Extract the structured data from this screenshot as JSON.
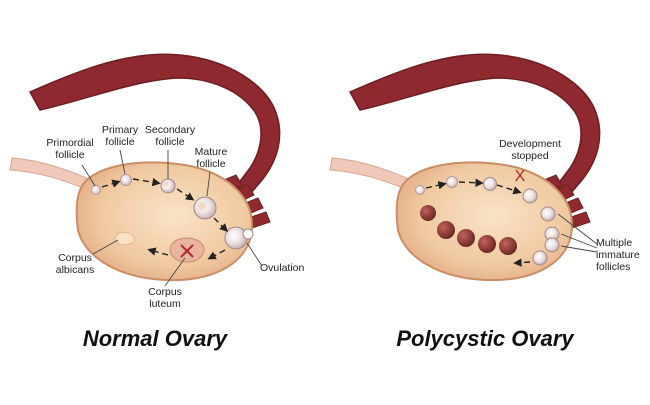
{
  "normal": {
    "title": "Normal Ovary",
    "labels": {
      "primordial_line1": "Primordial",
      "primordial_line2": "follicle",
      "primary_line1": "Primary",
      "primary_line2": "follicle",
      "secondary_line1": "Secondary",
      "secondary_line2": "follicle",
      "mature_line1": "Mature",
      "mature_line2": "follicle",
      "ovulation": "Ovulation",
      "albicans_line1": "Corpus",
      "albicans_line2": "albicans",
      "luteum_line1": "Corpus",
      "luteum_line2": "luteum"
    }
  },
  "polycystic": {
    "title": "Polycystic Ovary",
    "labels": {
      "dev_line1": "Development",
      "dev_line2": "stopped",
      "dev_mark": "X",
      "multiple_line1": "Multiple",
      "multiple_line2": "immature",
      "multiple_line3": "follicles"
    }
  },
  "colors": {
    "tube": "#8e2a2f",
    "tube_dark": "#6f1d22",
    "ovary": "#f2cfa8",
    "ovary_edge": "#c98e66",
    "ligament": "#f0c9b8",
    "cyst": "#8a3a36",
    "arrow": "#222222",
    "x_mark": "#b3262b"
  }
}
